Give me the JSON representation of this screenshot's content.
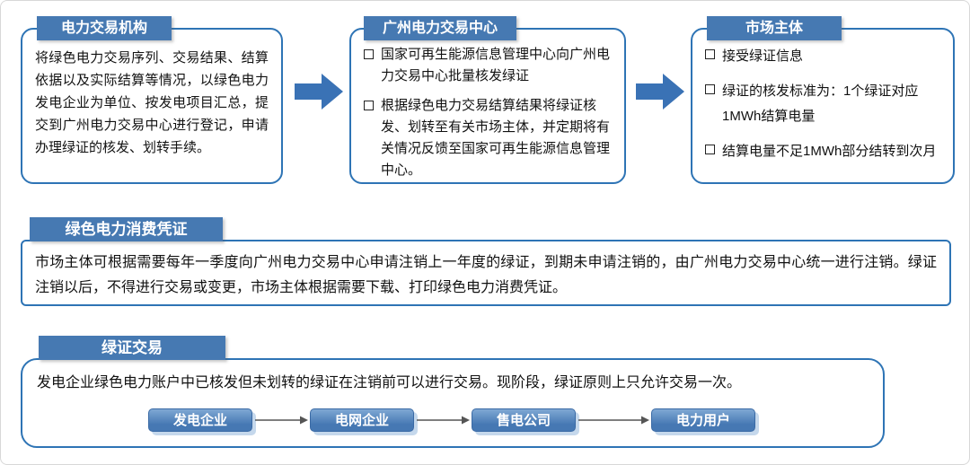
{
  "colors": {
    "header_bg": "#4679B2",
    "box_border": "#2E74B5",
    "arrow": "#3A72B5",
    "button_gradient_top": "#7FA8D4",
    "button_gradient_bottom": "#4678B3",
    "button_shadow": "#C5D8EC",
    "text": "#111111"
  },
  "top_flow": {
    "boxes": [
      {
        "title": "电力交易机构",
        "body": "将绿色电力交易序列、交易结果、结算依据以及实际结算等情况，以绿色电力发电企业为单位、按发电项目汇总，提交到广州电力交易中心进行登记，申请办理绿证的核发、划转手续。"
      },
      {
        "title": "广州电力交易中心",
        "items": [
          "国家可再生能源信息管理中心向广州电力交易中心批量核发绿证",
          "根据绿色电力交易结算结果将绿证核发、划转至有关市场主体，并定期将有关情况反馈至国家可再生能源信息管理中心。"
        ]
      },
      {
        "title": "市场主体",
        "items": [
          "接受绿证信息",
          "绿证的核发标准为：1个绿证对应 1MWh结算电量",
          "结算电量不足1MWh部分结转到次月"
        ]
      }
    ]
  },
  "consumption": {
    "title": "绿色电力消费凭证",
    "body": "市场主体可根据需要每年一季度向广州电力交易中心申请注销上一年度的绿证，到期未申请注销的，由广州电力交易中心统一进行注销。绿证注销以后，不得进行交易或变更，市场主体根据需要下载、打印绿色电力消费凭证。"
  },
  "trade": {
    "title": "绿证交易",
    "body": "发电企业绿色电力账户中已核发但未划转的绿证在注销前可以进行交易。现阶段，绿证原则上只允许交易一次。",
    "chain": [
      "发电企业",
      "电网企业",
      "售电公司",
      "电力用户"
    ]
  }
}
